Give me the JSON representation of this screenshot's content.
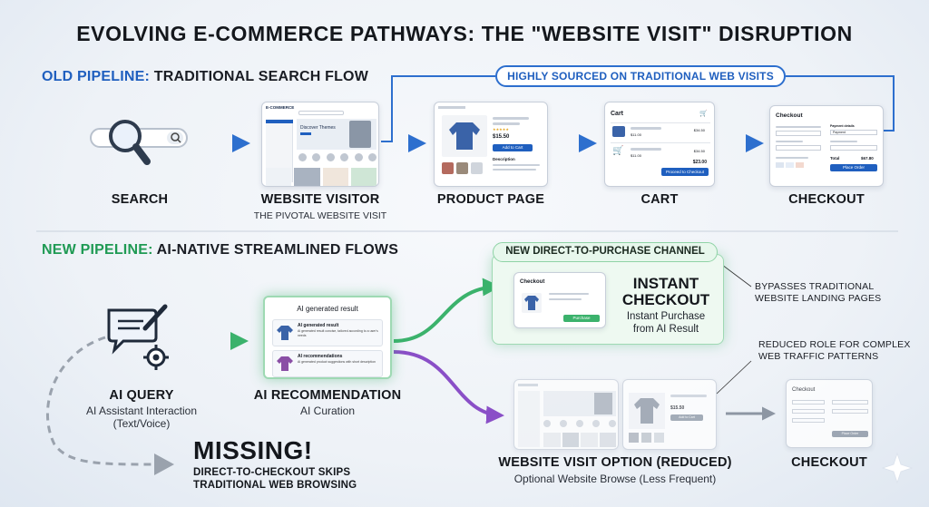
{
  "title": "EVOLVING E-COMMERCE PATHWAYS: THE \"WEBSITE VISIT\" DISRUPTION",
  "old_pipeline": {
    "prefix": "OLD PIPELINE:",
    "label": "TRADITIONAL SEARCH FLOW",
    "banner": "HIGHLY SOURCED ON TRADITIONAL WEB VISITS",
    "steps": [
      {
        "label": "SEARCH",
        "sub": ""
      },
      {
        "label": "WEBSITE VISITOR",
        "sub": "THE PIVOTAL WEBSITE VISIT"
      },
      {
        "label": "PRODUCT PAGE",
        "sub": ""
      },
      {
        "label": "CART",
        "sub": ""
      },
      {
        "label": "CHECKOUT",
        "sub": ""
      }
    ],
    "website_card": {
      "brand": "E-COMMERCE",
      "hero": "Discover Themes"
    },
    "product_card": {
      "price": "$15.50",
      "button": "Add to Cart",
      "desc": "Description"
    },
    "cart_card": {
      "title": "Cart",
      "total": "$23.00",
      "button": "Proceed to Checkout",
      "line1": "$11.00",
      "line2": "$11.00",
      "p1": "$34.50",
      "p2": "$34.50"
    },
    "checkout_card": {
      "title": "Checkout",
      "total_label": "Total",
      "total": "$67.80",
      "button": "Place Order",
      "shipping": "Payment details",
      "method": "Payment"
    }
  },
  "new_pipeline": {
    "prefix": "NEW PIPELINE:",
    "label": "AI-NATIVE STREAMLINED FLOWS",
    "channel_banner": "NEW DIRECT-TO-PURCHASE CHANNEL",
    "ai_query": {
      "label": "AI QUERY",
      "sub1": "AI Assistant Interaction",
      "sub2": "(Text/Voice)"
    },
    "ai_rec": {
      "label": "AI RECOMMENDATION",
      "sub": "AI Curation",
      "card_title": "AI generated result",
      "item1_title": "AI generated result",
      "item1_text": "Ai generated result concise, tailored according to a user's needs",
      "item2_title": "AI recommendations",
      "item2_text": "Ai generated product suggestions with short description"
    },
    "instant": {
      "title1": "INSTANT",
      "title2": "CHECKOUT",
      "sub1": "Instant Purchase",
      "sub2": "from AI Result",
      "card_title": "Checkout",
      "button": "Purchase"
    },
    "website_option": {
      "label": "WEBSITE VISIT OPTION (REDUCED)",
      "sub": "Optional Website Browse (Less Frequent)",
      "price": "$15.50",
      "button": "Add to Cart"
    },
    "checkout": {
      "label": "CHECKOUT",
      "card_title": "Checkout",
      "button": "Place Order"
    },
    "notes": {
      "bypass1": "BYPASSES TRADITIONAL",
      "bypass2": "WEBSITE LANDING PAGES",
      "reduced1": "REDUCED ROLE FOR COMPLEX",
      "reduced2": "WEB TRAFFIC PATTERNS"
    },
    "missing": {
      "big": "MISSING!",
      "sub1": "DIRECT-TO-CHECKOUT SKIPS",
      "sub2": "TRADITIONAL WEB BROWSING"
    }
  },
  "colors": {
    "blue": "#2d6fce",
    "green": "#3bb26c",
    "purple": "#8a4fc7",
    "gray": "#8d96a3"
  }
}
